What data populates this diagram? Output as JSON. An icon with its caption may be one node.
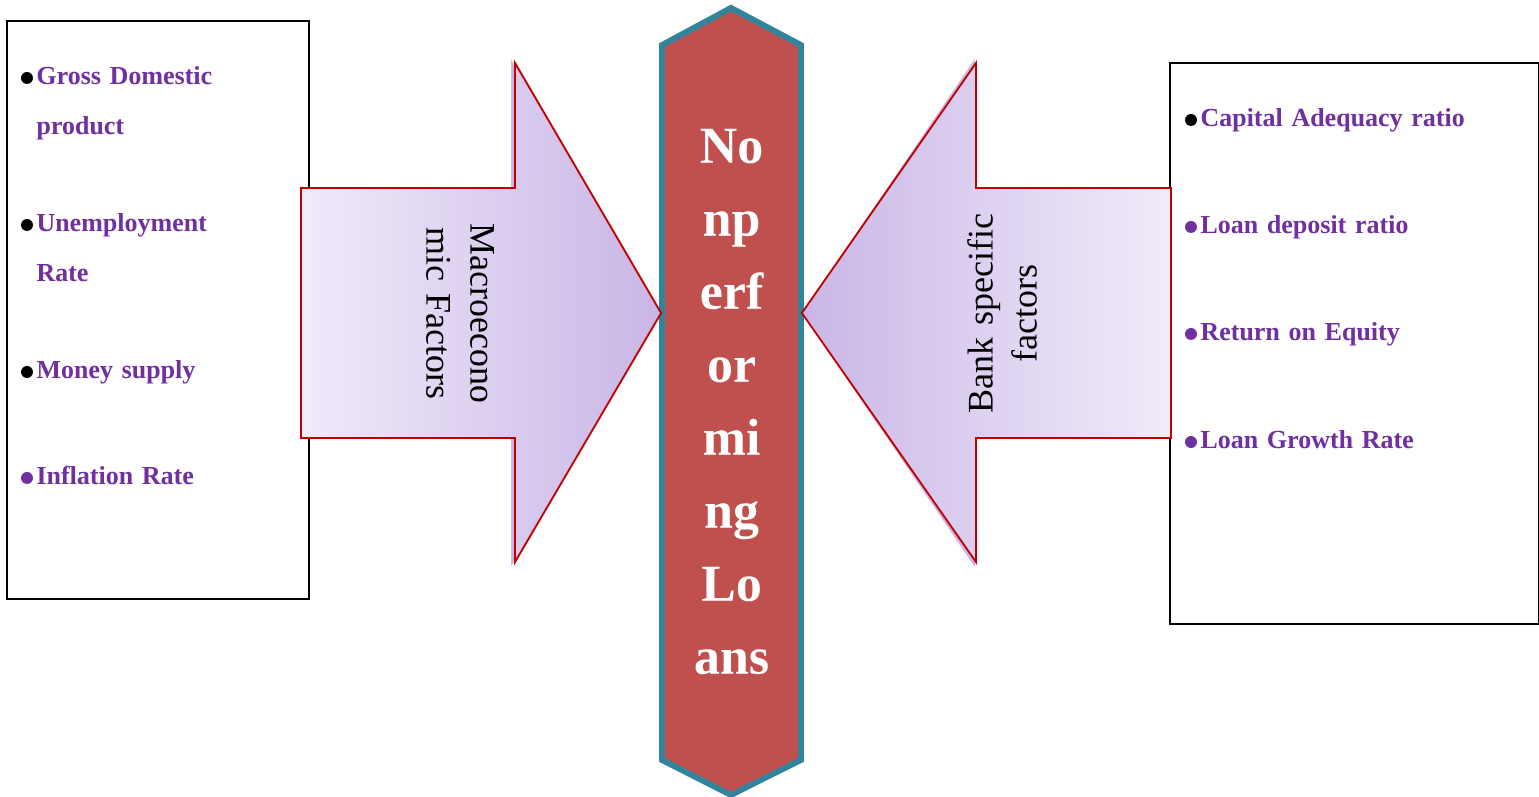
{
  "diagram": {
    "nodes": [
      {
        "text": [
          "Gross Domestic product",
          "Unemployment Rate",
          "Money supply",
          "Inflation Rate"
        ]
      },
      {
        "text": [
          "No np erf or mi ng Lo ans"
        ]
      },
      {
        "text": [
          "Capital Adequacy ratio",
          "Loan deposit ratio",
          "Return on Equity",
          "Loan Growth Rate"
        ]
      }
    ],
    "edges": [
      {
        "from": 0,
        "to": 1,
        "arrow": "to",
        "label": "Macroecono mic Factors"
      },
      {
        "from": 2,
        "to": 1,
        "arrow": "to",
        "label": "Bank specific factors"
      }
    ]
  }
}
